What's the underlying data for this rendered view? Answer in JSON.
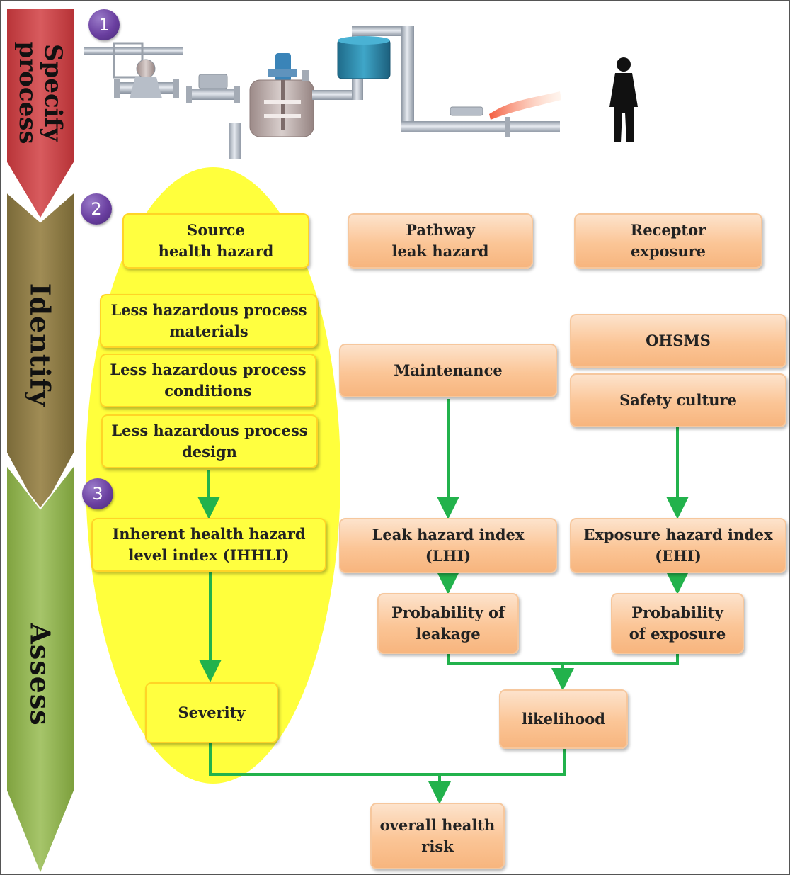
{
  "phases": {
    "specify": "Specify\nprocess",
    "identify": "Identify",
    "assess": "Assess"
  },
  "steps": [
    "1",
    "2",
    "3"
  ],
  "identify": {
    "source": "Source\nhealth hazard",
    "pathway": "Pathway\nleak hazard",
    "receptor": "Receptor\nexposure",
    "materials": "Less hazardous process\nmaterials",
    "conditions": "Less hazardous process\nconditions",
    "design": "Less hazardous process\ndesign",
    "maintenance": "Maintenance",
    "ohsms": "OHSMS",
    "safety_culture": "Safety culture"
  },
  "assess": {
    "ihhli": "Inherent health hazard\nlevel index (IHHLI)",
    "lhi": "Leak hazard index\n(LHI)",
    "ehi": "Exposure hazard index\n(EHI)",
    "prob_leakage": "Probability of\nleakage",
    "prob_exposure": "Probability\nof exposure",
    "severity": "Severity",
    "likelihood": "likelihood",
    "overall": "overall health\nrisk"
  },
  "colors": {
    "specify_arrow": "#c8484c",
    "identify_arrow": "#8c7a45",
    "assess_arrow": "#8fb24e",
    "flow_line": "#22b24c",
    "yellow_box": "#ffff40",
    "orange_box": "#fbc596",
    "highlight_glow": "#ffff3c",
    "step_badge": "#6a3fa0"
  }
}
